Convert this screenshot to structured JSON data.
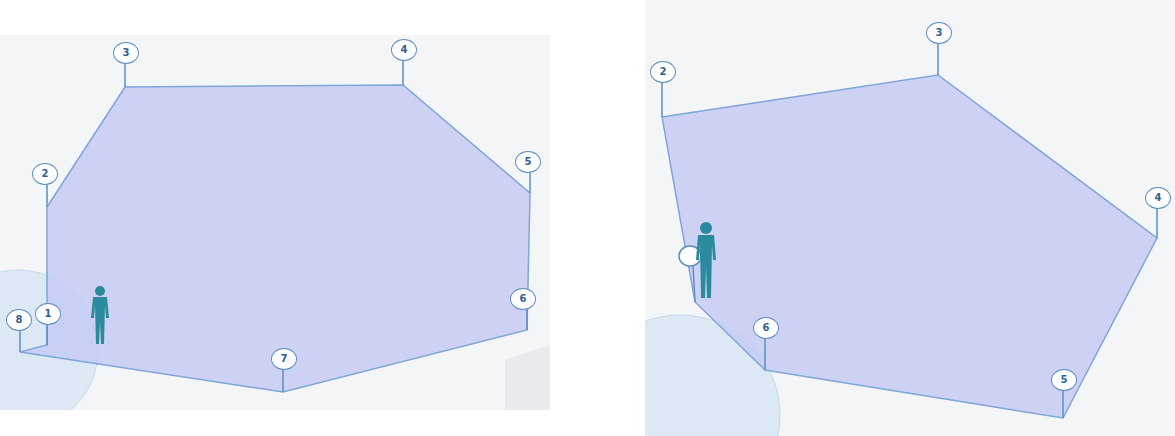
{
  "diagram": {
    "labels": [
      "1",
      "2",
      "3",
      "4",
      "5",
      "6",
      "7",
      "8",
      "2",
      "3",
      "4",
      "5",
      "6"
    ]
  }
}
